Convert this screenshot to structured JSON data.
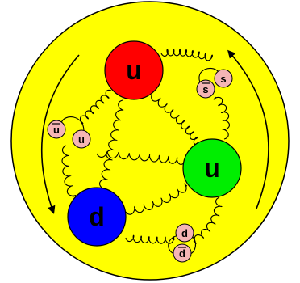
{
  "colors": {
    "background": "#ffffff",
    "proton_fill": "#ffff00",
    "outline": "#000000",
    "gluon": "#000000",
    "up_quark_red": "#ff0000",
    "up_quark_green": "#00ee00",
    "down_quark_blue": "#0000ff",
    "sea_quark_fill": "#f5b5b5"
  },
  "valence_quarks": [
    {
      "name": "up-quark-red",
      "label": "u",
      "color": "#ff0000"
    },
    {
      "name": "up-quark-green",
      "label": "u",
      "color": "#00ee00"
    },
    {
      "name": "down-quark-blue",
      "label": "d",
      "color": "#0000ff"
    }
  ],
  "sea_quarks": [
    {
      "name": "sea-antiquark-u",
      "label": "u",
      "anti": true
    },
    {
      "name": "sea-quark-u",
      "label": "u",
      "anti": false
    },
    {
      "name": "sea-antiquark-s",
      "label": "s",
      "anti": true
    },
    {
      "name": "sea-quark-s",
      "label": "s",
      "anti": false
    },
    {
      "name": "sea-quark-d",
      "label": "d",
      "anti": false
    },
    {
      "name": "sea-antiquark-d",
      "label": "d",
      "anti": true
    }
  ],
  "arrows": [
    {
      "name": "left-circulation-arrow",
      "direction": "counterclockwise"
    },
    {
      "name": "right-circulation-arrow",
      "direction": "counterclockwise"
    }
  ]
}
